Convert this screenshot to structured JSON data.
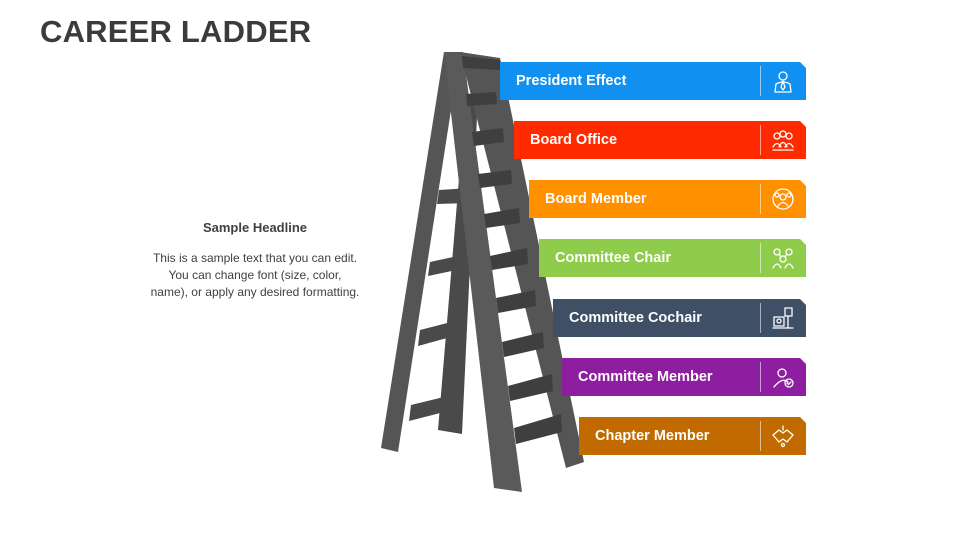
{
  "title": "CAREER LADDER",
  "headline": "Sample Headline",
  "body": "This is a sample text that you can edit. You can change font (size, color, name), or apply any desired formatting.",
  "rungs": [
    {
      "label": "President Effect",
      "color": "#1090f0",
      "icon": "executive-icon"
    },
    {
      "label": "Board Office",
      "color": "#ff2a00",
      "icon": "group-icon"
    },
    {
      "label": "Board Member",
      "color": "#ff9000",
      "icon": "team-icon"
    },
    {
      "label": "Committee Chair",
      "color": "#8fcc4c",
      "icon": "team-network-icon"
    },
    {
      "label": "Committee Cochair",
      "color": "#3e4f66",
      "icon": "office-desk-icon"
    },
    {
      "label": "Committee Member",
      "color": "#8e1ea0",
      "icon": "user-check-icon"
    },
    {
      "label": "Chapter Member",
      "color": "#c06a00",
      "icon": "handshake-icon"
    }
  ]
}
